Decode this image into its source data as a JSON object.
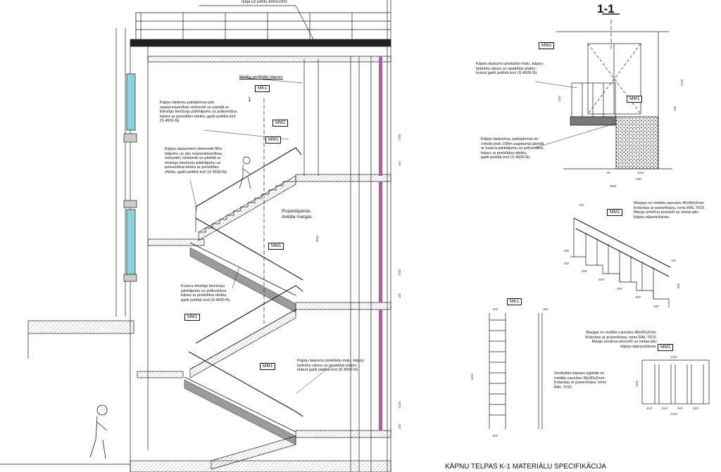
{
  "section_title": "1-1",
  "section_marker": "1",
  "spec_title": "KĀPNU TELPAS K-1 MATERIĀLU SPECIFIKĀCIJA",
  "roof_label": "izeja uz jumtu 600x1000",
  "tags": {
    "mk1_a": "MK1",
    "mm2_a": "MM2",
    "mm1_a": "MM1",
    "mm1_b": "MM1",
    "mm1_c": "MM1",
    "mm1_d": "MM1",
    "mm2_b": "MM2",
    "mm1_e": "MM1",
    "mm1_f": "MM1",
    "mk1_b": "MK1",
    "mm2_c": "MM2"
  },
  "notes": {
    "vertical_ladder": "Metāla vertikālās kāpnes",
    "landing_repair": "Kāpņu laidumu pakāpienus pēc\nnepieciešamības remontēt un pārklāt ar\nElestīgs bezšuvju pārklājumu uz poliuretāna\nbāzes ar pretslīdes efektu, gaiši pelēkā tonī\n(S 4500-N).",
    "railings_demount": "Kāpņu laukumiem demontēt flīžu\nklājumu un  pēc nepieciešamības\nremontēt, izlīdzināt un pārklāt ar\nelestīgs bezšuvju pārklājumu uz\npoliuretāna bāzes ar pretslīdes\nefektu, gaiši pelēkā tonī (S 4500-N).",
    "projected_railing": "Projektējamās\nmetāla margas",
    "quartz_coating": "Kvarca elestīgs bezšuvju\npārklājumu uz poliuretāna\nbāzes ar pretslīdes efektu,\ngaiši pelēkā tonī (S 4500-N).",
    "front_paint_left": "Kāpņu laukumu priekšējo malu, kāpņu\nlaidumu sānus un apakšējo plakni -\nkrāsot gaiši pelēkā tonī (S 4500-N).",
    "front_paint_right": "Kāpņu laukumu priekšējo malu, kāpņu\nlaidumu sānus un apakšējo plakni -\nkrāsot gaiši pelēkā tonī (S 4500-N).",
    "landing_plinth": "Kāpņu laukumus, pakāpienus un\ncokola joslu 100m augstumā pārklāt\nar kvarca pārklājumu uz poliuretāna\nbāzes ar pretslīdes efektu,\ngaiši pelēkā tonī (S 4500-N).",
    "mm1_spec": "Margas no metāla caurules 40x40x2mm.\nKrāsotas ar pulverkrāsu, tonis RAL 7015.\nMargu izmērus precizēt uz vietas pēc\nkāpņu atjaunošanas.",
    "mm2_spec": "Margas no metāla caurules 40x40x2mm.\nKrāsotas ar pulverkrāsu, tonis RAL 7015.\nMargu izmērus precizēt uz vietas pēc\nkāpņu atjaunošanas.",
    "mk1_spec": "Vertikālās kāpnes izgādāt no\nmetāla caurules 30x30x2mm.\nKrāsotas ar pulverkrāsu, tonis\nRAL 7015."
  },
  "dims": {
    "d100a": "100",
    "d2700": "2700",
    "d3000": "3000",
    "d100b": "100",
    "d2700b": "2700",
    "d100c": "100",
    "d3100": "3100",
    "d1100": "1100",
    "d100d": "100",
    "d2100": "2100",
    "d1315": "1315",
    "d1350": "1350",
    "d2800": "2800",
    "d40": "40",
    "d140a": "140",
    "d140b": "140",
    "d180": "180",
    "d200": "200",
    "d300a": "300*",
    "d300b": "300*",
    "d300c": "300*",
    "d300d": "300*",
    "d300e": "300*",
    "d600a": "600",
    "d600b": "600",
    "d150": "150",
    "d3415": "3415",
    "d1310": "1310",
    "d1310b": "1310*",
    "d254a": "254*",
    "d254b": "254*",
    "d254c": "254*",
    "d254d": "254*",
    "d1100b": "1100",
    "d900": "900"
  },
  "colors": {
    "line": "#1a1a1a",
    "glass": "#8fd0dd",
    "accent": "#b35aa8",
    "tread": "#7a7a7a",
    "gravel": "#555555"
  }
}
